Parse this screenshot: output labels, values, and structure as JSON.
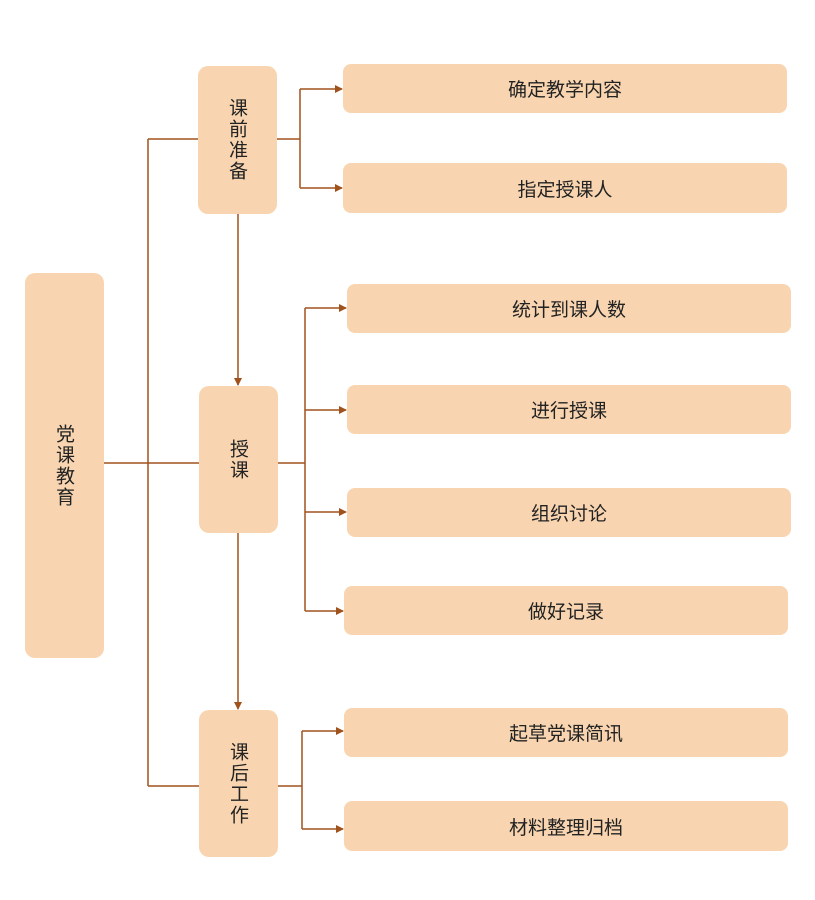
{
  "root": "党课教育",
  "stages": [
    {
      "label": "课前准备",
      "tasks": [
        "确定教学内容",
        "指定授课人"
      ]
    },
    {
      "label": "授课",
      "tasks": [
        "统计到课人数",
        "进行授课",
        "组织讨论",
        "做好记录"
      ]
    },
    {
      "label": "课后工作",
      "tasks": [
        "起草党课简讯",
        "材料整理归档"
      ]
    }
  ],
  "colors": {
    "box": "#f8d5b0",
    "line": "#a0521d"
  }
}
